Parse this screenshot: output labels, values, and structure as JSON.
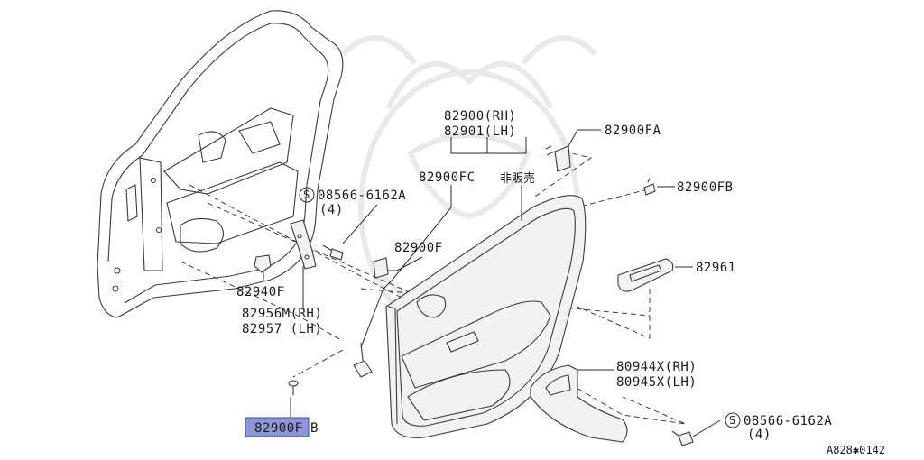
{
  "labels": {
    "trim_rh": "82900(RH)",
    "trim_lh": "82901(LH)",
    "trim_fc": "82900FC",
    "not_for_sale": "非販売",
    "clip_fa": "82900FA",
    "clip_fb_top": "82900FB",
    "finisher": "82961",
    "screw_top": "08566-6162A",
    "screw_top_qty": "(4)",
    "clip_f": "82900F",
    "grommet": "82940F",
    "bracket_rh": "82956M(RH)",
    "bracket_lh": "82957 (LH)",
    "pocket_rh": "80944X(RH)",
    "pocket_lh": "80945X(LH)",
    "highlight_part": "82900F",
    "highlight_suffix": "B",
    "screw_bottom": "08566-6162A",
    "screw_bottom_qty": "(4)",
    "screw_symbol": "S",
    "diagram_ref": "A828✱0142"
  },
  "colors": {
    "highlight_fill": "#8e96d6",
    "line": "#2a2a2a"
  }
}
